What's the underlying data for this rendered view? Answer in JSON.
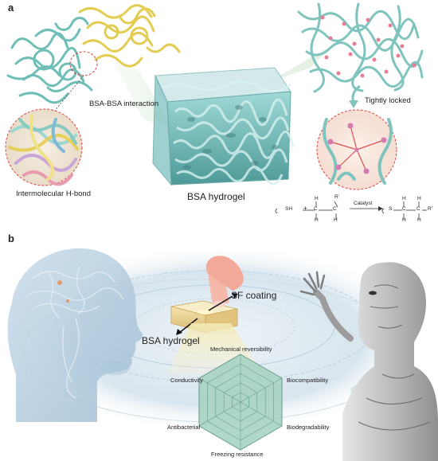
{
  "panel_a": {
    "letter": "a",
    "bsa_bsa_interaction": "BSA-BSA interaction",
    "intermolecular_hbond": "Intermolecular H-bond",
    "bsa_hydrogel": "BSA hydrogel",
    "tightly_locked": "Tightly locked",
    "reaction": {
      "sh": "SH",
      "plus": "+",
      "h_top1": "H",
      "r_prime": "R'",
      "c1": "C",
      "c2": "C",
      "h_bot1": "H",
      "h_bot2": "H",
      "catalyst": "Catalyst",
      "s": "S",
      "p_h_top1": "H",
      "p_h_top2": "H",
      "p_c1": "C",
      "p_c2": "C",
      "p_r_prime": "R'",
      "p_h_bot1": "H",
      "p_h_bot2": "H"
    }
  },
  "panel_b": {
    "letter": "b",
    "sf_coating": "SF coating",
    "bsa_hydrogel": "BSA hydrogel",
    "radar_axes": [
      "Mechanical  reversibility",
      "Biocompatibility",
      "Biodegradability",
      "Freezing resistance",
      "Antibacterial",
      "Conductivity"
    ]
  },
  "colors": {
    "teal": "#7ecac4",
    "teal_dark": "#3d8f8a",
    "yellow": "#e8d56a",
    "pink": "#f2a6b0",
    "bg_blue": "#dce8f0",
    "radar_fill": "#a8d4c3"
  }
}
